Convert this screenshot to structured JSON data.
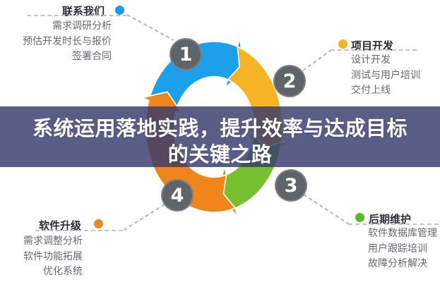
{
  "banner": {
    "line1": "系统运用落地实践，提升效率与达成目标",
    "line2": "的关键之路",
    "bg": "rgba(53,58,108,0.82)",
    "text_color": "#ffffff"
  },
  "steps": [
    {
      "number": "1",
      "title": "联系我们",
      "items": [
        "需求调研分析",
        "预估开发时长与报价",
        "签署合同"
      ],
      "dot_color": "#1b9de8",
      "segment_color": "#1ba0e9"
    },
    {
      "number": "2",
      "title": "项目开发",
      "items": [
        "设计开发",
        "测试与用户培训",
        "交付上线"
      ],
      "dot_color": "#f2b329",
      "segment_color": "#f6b323"
    },
    {
      "number": "3",
      "title": "后期维护",
      "items": [
        "软件数据库管理",
        "用户跟踪培训",
        "故障分析解决"
      ],
      "dot_color": "#5cbc26",
      "segment_color": "#77c02f"
    },
    {
      "number": "4",
      "title": "软件升级",
      "items": [
        "需求调整分析",
        "软件功能拓展",
        "优化系统"
      ],
      "dot_color": "#e8881e",
      "segment_color": "#f08519"
    }
  ],
  "number_circle_color": "#5e646a",
  "connector_color": "#b3b3b8"
}
